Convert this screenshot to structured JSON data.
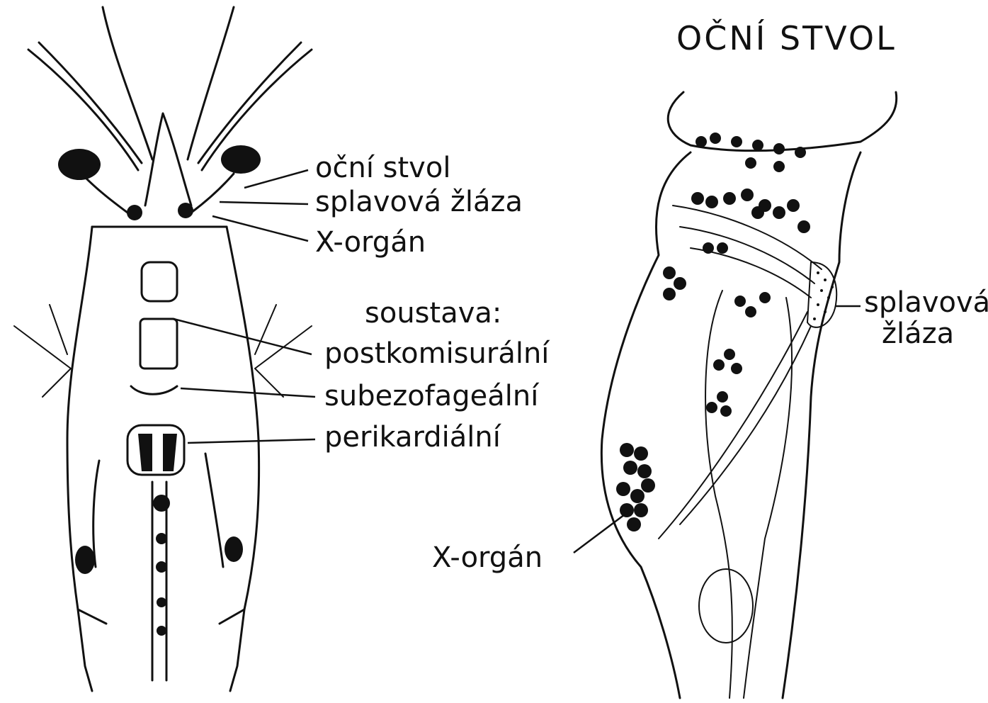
{
  "right_panel": {
    "title": "OČNÍ STVOL",
    "labels": {
      "splavova_line1": "splavová",
      "splavova_line2": "žláza",
      "x_organ": "X-orgán"
    }
  },
  "left_panel": {
    "labels": {
      "ocni_stvol": "oční stvol",
      "splavova_zlaza": "splavová žláza",
      "x_organ": "X-orgán",
      "soustava": "soustava:",
      "postkomisuralni": "postkomisurální",
      "subezofagealni": "subezofageální",
      "perikardialni": "perikardiální"
    }
  }
}
